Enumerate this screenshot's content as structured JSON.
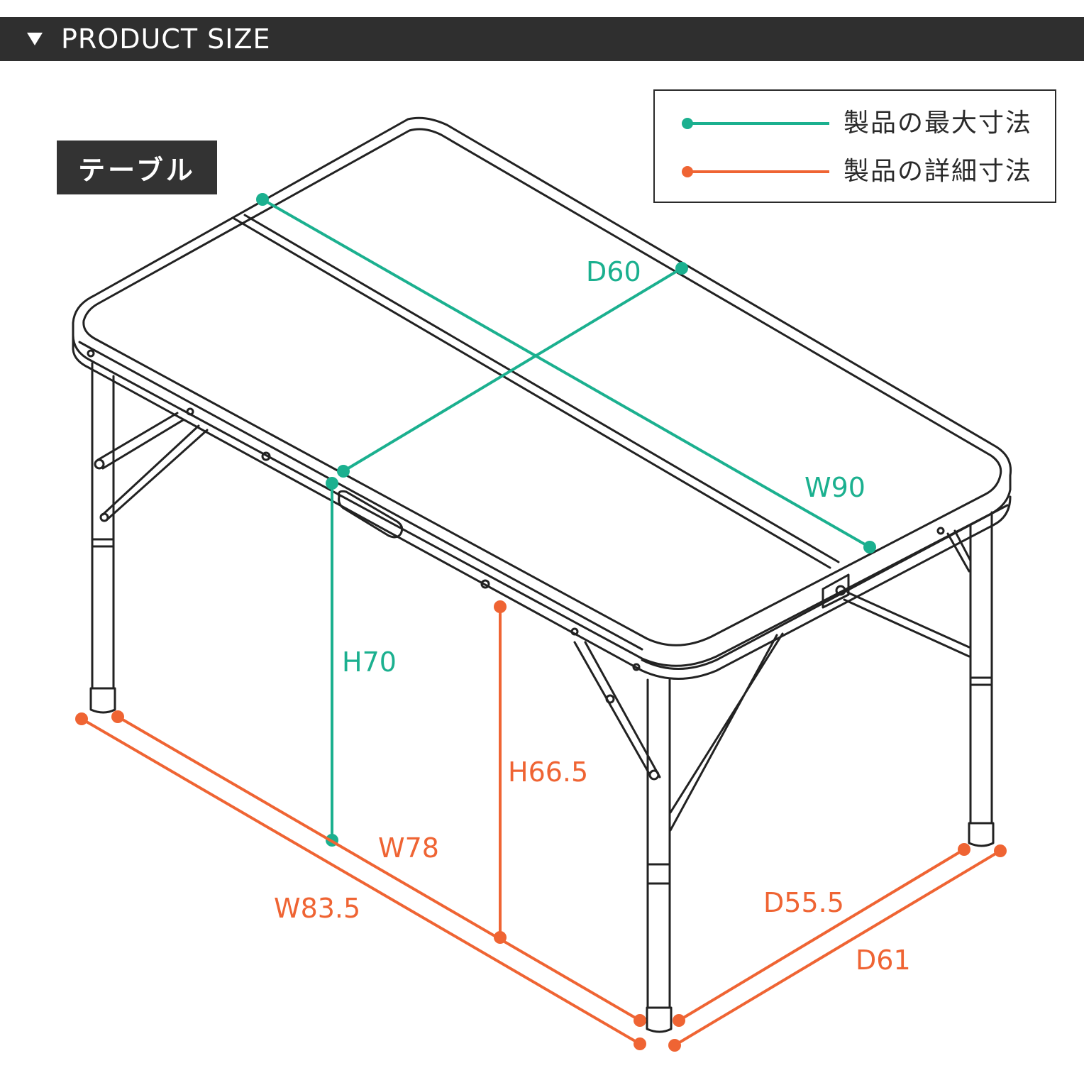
{
  "header": {
    "title": "PRODUCT SIZE"
  },
  "tag": {
    "label": "テーブル"
  },
  "legend": {
    "max_label": "製品の最大寸法",
    "detail_label": "製品の詳細寸法"
  },
  "colors": {
    "max": "#1bb08f",
    "detail": "#ef6433",
    "line": "#222222"
  },
  "dimensions": {
    "d60": "D60",
    "w90": "W90",
    "h70": "H70",
    "h66_5": "H66.5",
    "w78": "W78",
    "w83_5": "W83.5",
    "d55_5": "D55.5",
    "d61": "D61"
  }
}
